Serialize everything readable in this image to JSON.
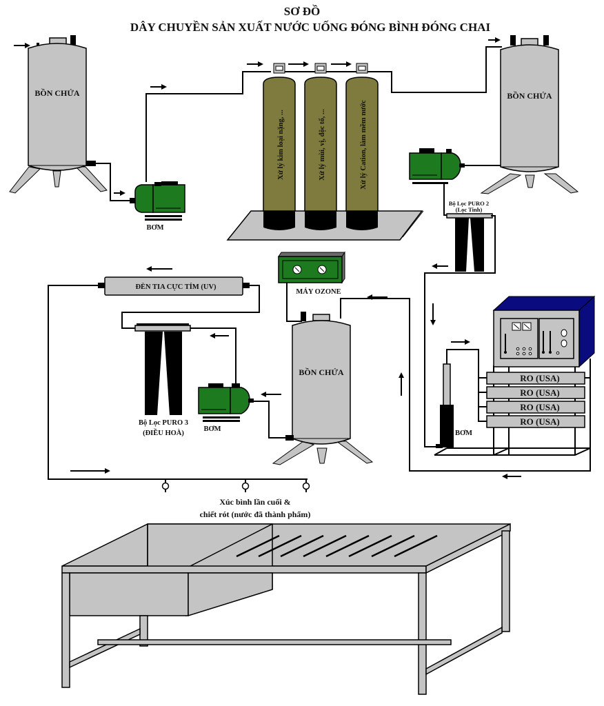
{
  "title": {
    "line1": "SƠ ĐỒ",
    "line2": "DÂY CHUYỀN SẢN XUẤT NƯỚC UỐNG ĐÓNG BÌNH ĐÓNG CHAI"
  },
  "tanks": [
    {
      "id": "tank-1",
      "label": "BỒN CHỨA"
    },
    {
      "id": "tank-2",
      "label": "BỒN CHỨA"
    },
    {
      "id": "tank-3",
      "label": "BỒN CHỨA"
    }
  ],
  "pumps": [
    {
      "id": "pump-1",
      "label": "BƠM"
    },
    {
      "id": "pump-3",
      "label": "BƠM"
    },
    {
      "id": "pump-ro",
      "label": "BƠM"
    }
  ],
  "filter_columns": [
    {
      "label": "Xử lý kim loại nặng, ..."
    },
    {
      "label": "Xử lý mùi, vị, độc tố, ..."
    },
    {
      "label": "Xử lý Cation, làm mềm nước"
    }
  ],
  "puro2": {
    "line1": "Bộ Lọc PURO 2",
    "line2": "(Lọc Tinh)"
  },
  "puro3": {
    "line1": "Bộ Lọc PURO 3",
    "line2": "(ĐIỀU HOÀ)"
  },
  "uv": {
    "label": "ĐÈN TIA CỰC TÍM (UV)"
  },
  "ozone": {
    "label": "MÁY OZONE"
  },
  "ro_units": [
    {
      "label": "RO (USA)"
    },
    {
      "label": "RO (USA)"
    },
    {
      "label": "RO (USA)"
    },
    {
      "label": "RO (USA)"
    }
  ],
  "filling": {
    "line1": "Xúc bình lần cuối &",
    "line2": "chiết rót (nước đã thành phẩm)"
  },
  "colors": {
    "tank": "#c4c4c4",
    "pump": "#1e7a1e",
    "column": "#7f7a3e",
    "ro_cabinet_top": "#0b0b80"
  }
}
